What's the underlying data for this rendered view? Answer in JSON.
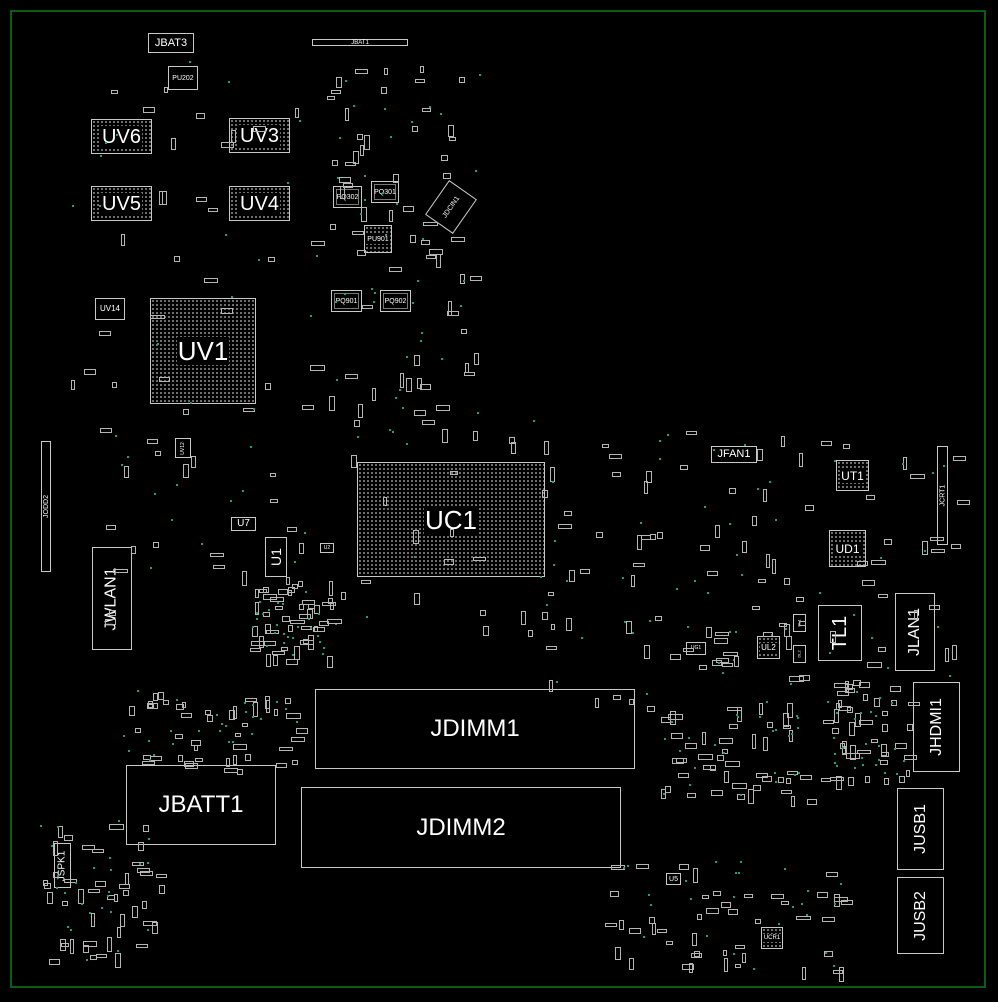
{
  "board": {
    "outline_color": "#0d5c12",
    "silk_color": "#c8c8c8",
    "via_color": "#1f9e86"
  },
  "components": [
    {
      "ref": "JBAT3"
    },
    {
      "ref": "JBAT1"
    },
    {
      "ref": "PU202"
    },
    {
      "ref": "UV6"
    },
    {
      "ref": "UV3"
    },
    {
      "ref": "UV5"
    },
    {
      "ref": "UV4"
    },
    {
      "ref": "UV14"
    },
    {
      "ref": "UV1"
    },
    {
      "ref": "PQ302"
    },
    {
      "ref": "PQ301"
    },
    {
      "ref": "PU901"
    },
    {
      "ref": "PQ901"
    },
    {
      "ref": "PQ902"
    },
    {
      "ref": "JDCIN1"
    },
    {
      "ref": "JODD2"
    },
    {
      "ref": "JWLAN1"
    },
    {
      "ref": "U7"
    },
    {
      "ref": "U1"
    },
    {
      "ref": "U2"
    },
    {
      "ref": "UC1"
    },
    {
      "ref": "JFAN1"
    },
    {
      "ref": "UT1"
    },
    {
      "ref": "JCRT1"
    },
    {
      "ref": "UD1"
    },
    {
      "ref": "TL1"
    },
    {
      "ref": "JLAN1"
    },
    {
      "ref": "UG1"
    },
    {
      "ref": "UL2"
    },
    {
      "ref": "JHDMI1"
    },
    {
      "ref": "JDIMM1"
    },
    {
      "ref": "JBATT1"
    },
    {
      "ref": "JDIMM2"
    },
    {
      "ref": "JUSB1"
    },
    {
      "ref": "JUSB2"
    },
    {
      "ref": "JSPK1"
    },
    {
      "ref": "U5"
    },
    {
      "ref": "UCR1"
    },
    {
      "ref": "UV12"
    },
    {
      "ref": "DL1"
    },
    {
      "ref": "DL2"
    }
  ]
}
